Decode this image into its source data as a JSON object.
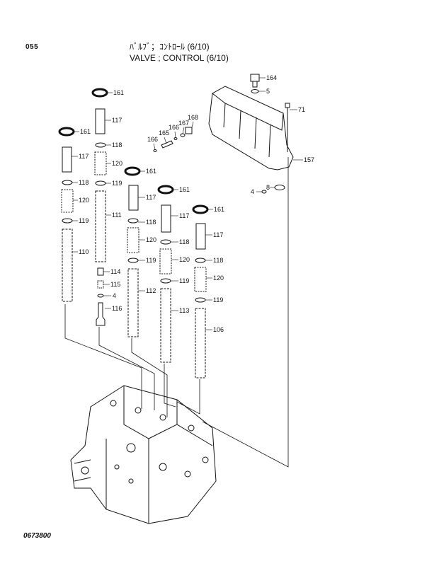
{
  "header": {
    "page_number": "055",
    "title_jp": "ﾊﾞﾙﾌﾞ；ｺﾝﾄﾛｰﾙ (6/10)",
    "title_en": "VALVE ; CONTROL (6/10)"
  },
  "footer": {
    "document_number": "0673800"
  },
  "callouts": [
    {
      "id": "c-161a",
      "label": "161"
    },
    {
      "id": "c-117a",
      "label": "117"
    },
    {
      "id": "c-118a",
      "label": "118"
    },
    {
      "id": "c-120a",
      "label": "120"
    },
    {
      "id": "c-119a",
      "label": "119"
    },
    {
      "id": "c-111",
      "label": "111"
    },
    {
      "id": "c-114",
      "label": "114"
    },
    {
      "id": "c-115",
      "label": "115"
    },
    {
      "id": "c-4a",
      "label": "4"
    },
    {
      "id": "c-116",
      "label": "116"
    },
    {
      "id": "c-161b",
      "label": "161"
    },
    {
      "id": "c-117b",
      "label": "117"
    },
    {
      "id": "c-118b",
      "label": "118"
    },
    {
      "id": "c-120b",
      "label": "120"
    },
    {
      "id": "c-119b",
      "label": "119"
    },
    {
      "id": "c-110",
      "label": "110"
    },
    {
      "id": "c-161c",
      "label": "161"
    },
    {
      "id": "c-117c",
      "label": "117"
    },
    {
      "id": "c-118c",
      "label": "118"
    },
    {
      "id": "c-120c",
      "label": "120"
    },
    {
      "id": "c-119c",
      "label": "119"
    },
    {
      "id": "c-112",
      "label": "112"
    },
    {
      "id": "c-161d",
      "label": "161"
    },
    {
      "id": "c-117d",
      "label": "117"
    },
    {
      "id": "c-118d",
      "label": "118"
    },
    {
      "id": "c-120d",
      "label": "120"
    },
    {
      "id": "c-119d",
      "label": "119"
    },
    {
      "id": "c-113",
      "label": "113"
    },
    {
      "id": "c-161e",
      "label": "161"
    },
    {
      "id": "c-117e",
      "label": "117"
    },
    {
      "id": "c-118e",
      "label": "118"
    },
    {
      "id": "c-120e",
      "label": "120"
    },
    {
      "id": "c-119e",
      "label": "119"
    },
    {
      "id": "c-106",
      "label": "106"
    },
    {
      "id": "c-164",
      "label": "164"
    },
    {
      "id": "c-5",
      "label": "5"
    },
    {
      "id": "c-71",
      "label": "71"
    },
    {
      "id": "c-168",
      "label": "168"
    },
    {
      "id": "c-167",
      "label": "167"
    },
    {
      "id": "c-166a",
      "label": "166"
    },
    {
      "id": "c-165",
      "label": "165"
    },
    {
      "id": "c-166b",
      "label": "166"
    },
    {
      "id": "c-157",
      "label": "157"
    },
    {
      "id": "c-8",
      "label": "8"
    },
    {
      "id": "c-4b",
      "label": "4"
    }
  ]
}
